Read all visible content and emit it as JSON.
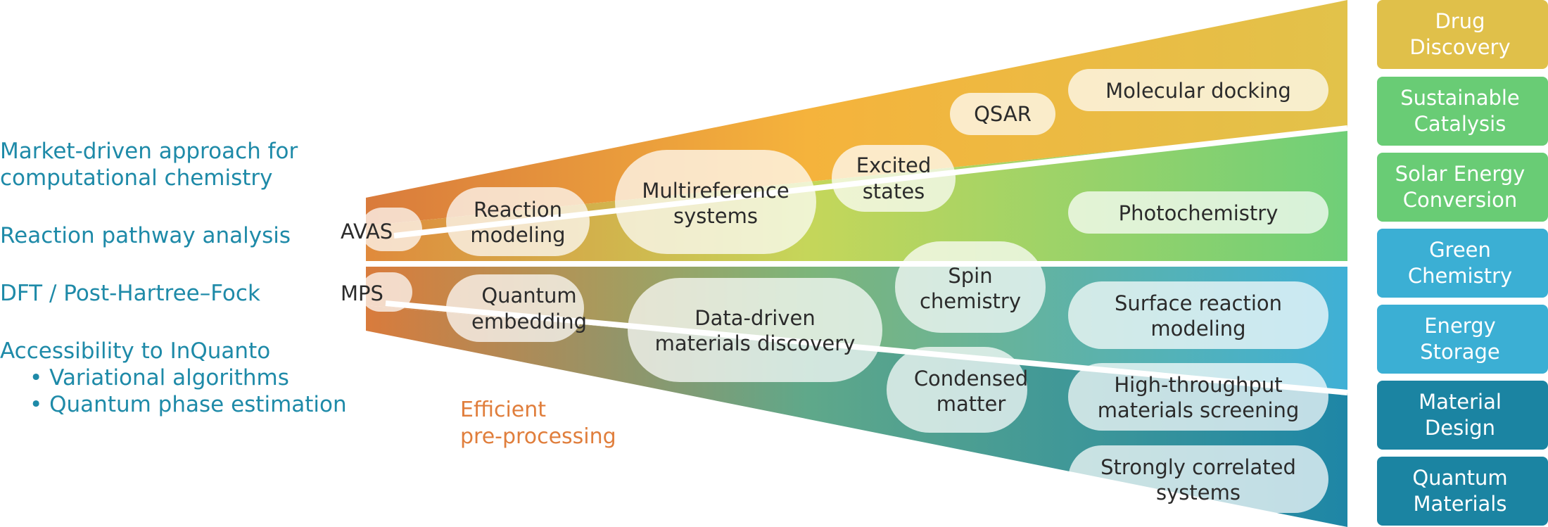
{
  "left_list": {
    "market_line1": "Market-driven approach for",
    "market_line2": "computational chemistry",
    "reaction_pathway": "Reaction pathway analysis",
    "dft": "DFT / Post-Hartree–Fock",
    "accessibility": "Accessibility to InQuanto",
    "variational": "• Variational algorithms",
    "qpe": "• Quantum phase estimation"
  },
  "funnel": {
    "avas_label": "AVAS",
    "mps_label": "MPS",
    "efficient_line1": "Efficient",
    "efficient_line2": "pre-processing",
    "upper_pills": {
      "reaction_modeling": [
        "Reaction",
        "modeling"
      ],
      "multireference": [
        "Multireference",
        "systems"
      ],
      "excited_states": [
        "Excited",
        "states"
      ],
      "qsar": [
        "QSAR"
      ],
      "molecular_docking": [
        "Molecular docking"
      ],
      "photochemistry": [
        "Photochemistry"
      ]
    },
    "lower_pills": {
      "quantum_embedding": [
        "Quantum",
        "embedding"
      ],
      "data_driven": [
        "Data-driven",
        "materials discovery"
      ],
      "spin_chemistry": [
        "Spin",
        "chemistry"
      ],
      "condensed_matter": [
        "Condensed",
        "matter"
      ],
      "surface_reaction": [
        "Surface reaction",
        "modeling"
      ],
      "high_throughput": [
        "High-throughput",
        "materials screening"
      ],
      "strongly_correlated": [
        "Strongly correlated",
        "systems"
      ]
    }
  },
  "application_boxes": [
    {
      "line1": "Drug",
      "line2": "Discovery",
      "color": "#e0c04a"
    },
    {
      "line1": "Sustainable",
      "line2": "Catalysis",
      "color": "#69cc75"
    },
    {
      "line1": "Solar Energy",
      "line2": "Conversion",
      "color": "#69cc75"
    },
    {
      "line1": "Green",
      "line2": "Chemistry",
      "color": "#3bafd4"
    },
    {
      "line1": "Energy",
      "line2": "Storage",
      "color": "#3bafd4"
    },
    {
      "line1": "Material",
      "line2": "Design",
      "color": "#1b84a2"
    },
    {
      "line1": "Quantum",
      "line2": "Materials",
      "color": "#1b84a2"
    }
  ]
}
